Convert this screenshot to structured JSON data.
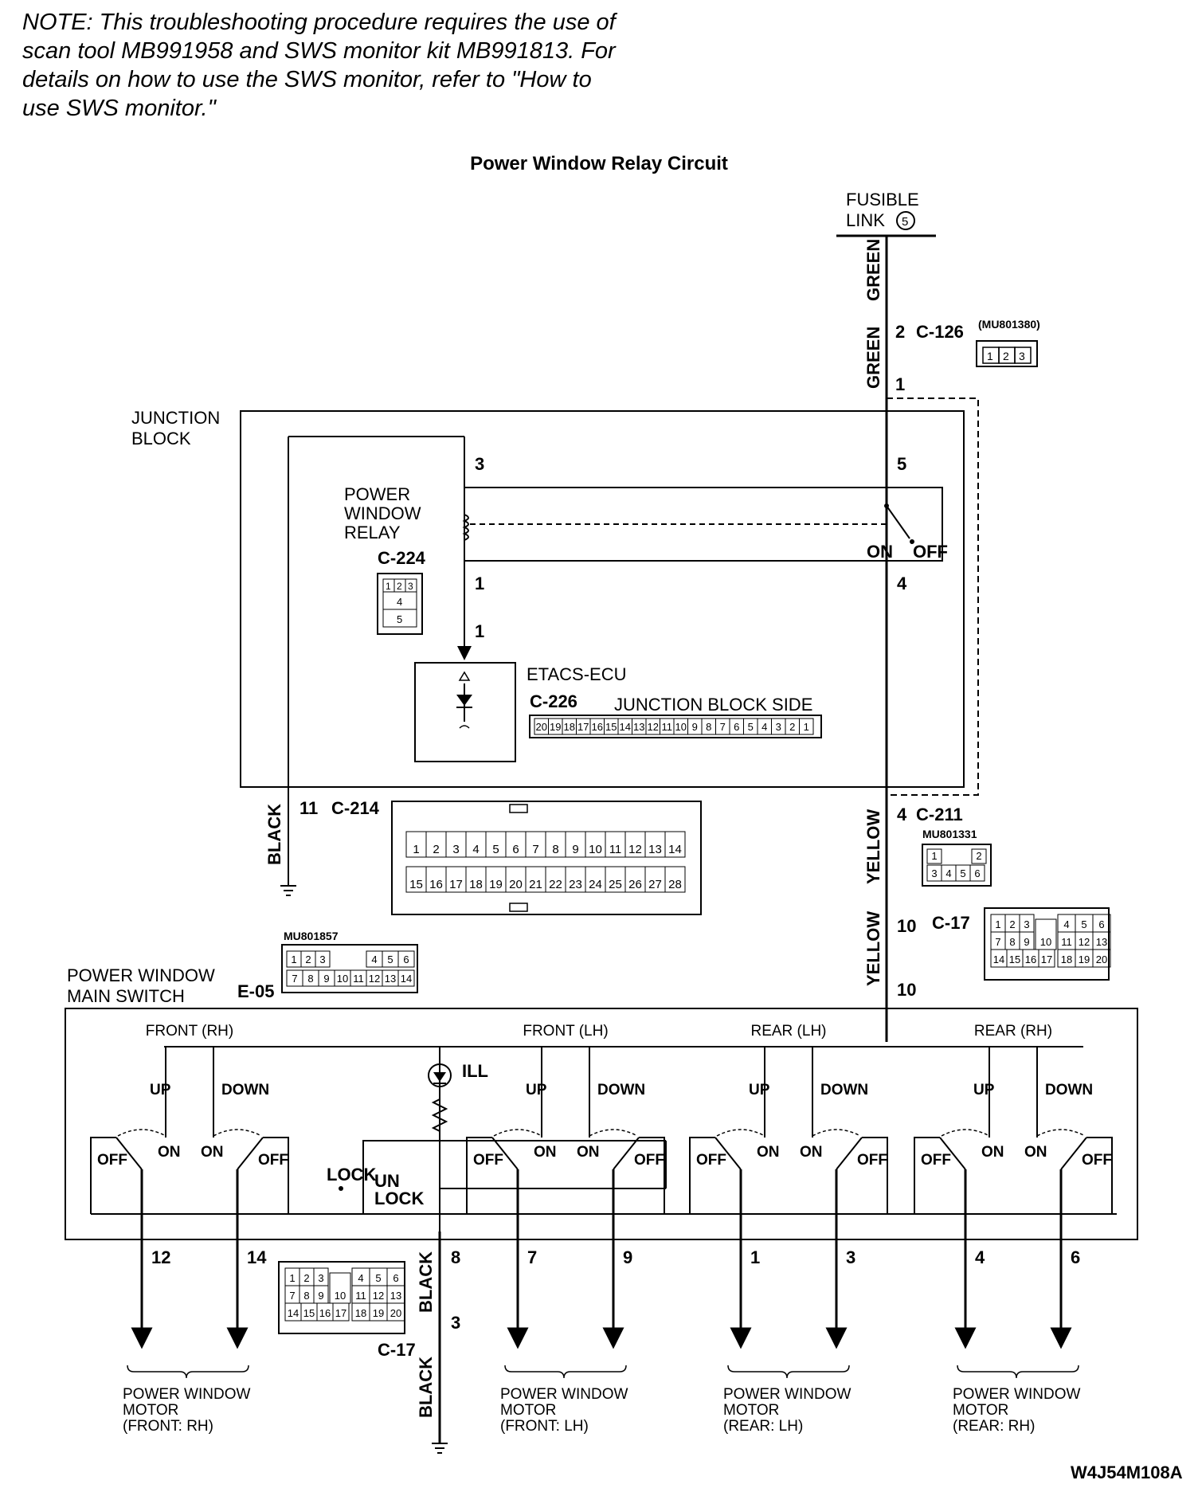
{
  "note": "NOTE: This troubleshooting procedure requires the use of scan tool MB991958 and SWS monitor kit MB991813. For details on how to use the SWS monitor, refer to \"How to use SWS monitor.\"",
  "title": "Power Window Relay Circuit",
  "fusible_link": {
    "line1": "FUSIBLE",
    "line2": "LINK",
    "number": "5"
  },
  "wire_colors": {
    "green": "GREEN",
    "yellow": "YELLOW",
    "black": "BLACK"
  },
  "junction_block": {
    "line1": "JUNCTION",
    "line2": "BLOCK"
  },
  "relay": {
    "line1": "POWER",
    "line2": "WINDOW",
    "line3": "RELAY",
    "connector": "C-224",
    "on": "ON",
    "off": "OFF"
  },
  "etacs": {
    "name": "ETACS-ECU",
    "connector": "C-226",
    "side": "JUNCTION BLOCK SIDE"
  },
  "connectors": {
    "c126": {
      "label": "C-126",
      "part": "(MU801380)",
      "pin_in": "2",
      "pin_out": "1"
    },
    "c214": {
      "label": "C-214",
      "pin": "11"
    },
    "c211": {
      "label": "C-211",
      "part": "MU801331",
      "pin": "4"
    },
    "c17": {
      "label": "C-17",
      "pin_in": "10",
      "pin_out": "10",
      "pin_gnd": "3"
    },
    "e05": {
      "label": "E-05",
      "part": "MU801857"
    },
    "c224_pins": [
      "1",
      "2",
      "3",
      "4",
      "5"
    ],
    "c226_pins": [
      "20",
      "19",
      "18",
      "17",
      "16",
      "15",
      "14",
      "13",
      "12",
      "11",
      "10",
      "9",
      "8",
      "7",
      "6",
      "5",
      "4",
      "3",
      "2",
      "1"
    ],
    "c214_top": [
      "1",
      "2",
      "3",
      "4",
      "5",
      "6",
      "7",
      "8",
      "9",
      "10",
      "11",
      "12",
      "13",
      "14"
    ],
    "c214_bottom": [
      "15",
      "16",
      "17",
      "18",
      "19",
      "20",
      "21",
      "22",
      "23",
      "24",
      "25",
      "26",
      "27",
      "28"
    ],
    "c211_pins": [
      "1",
      "2",
      "3",
      "4",
      "5",
      "6"
    ],
    "c17_top": [
      "1",
      "2",
      "3",
      "10",
      "4",
      "5",
      "6"
    ],
    "c17_mid": [
      "7",
      "8",
      "9",
      "11",
      "12",
      "13"
    ],
    "c17_bot": [
      "14",
      "15",
      "16",
      "17",
      "18",
      "19",
      "20"
    ],
    "e05_top": [
      "1",
      "2",
      "3",
      "4",
      "5",
      "6"
    ],
    "e05_bot": [
      "7",
      "8",
      "9",
      "10",
      "11",
      "12",
      "13",
      "14"
    ]
  },
  "relay_pins": {
    "p3": "3",
    "p5": "5",
    "p1a": "1",
    "p1b": "1",
    "p4": "4"
  },
  "main_switch": {
    "line1": "POWER WINDOW",
    "line2": "MAIN SWITCH",
    "ill": "ILL",
    "lock": "LOCK",
    "unlock1": "UN",
    "unlock2": "LOCK"
  },
  "switch_groups": [
    {
      "title": "FRONT (RH)",
      "up": "UP",
      "down": "DOWN",
      "pins": [
        "12",
        "14"
      ]
    },
    {
      "title": "FRONT (LH)",
      "up": "UP",
      "down": "DOWN",
      "pins": [
        "7",
        "9"
      ]
    },
    {
      "title": "REAR (LH)",
      "up": "UP",
      "down": "DOWN",
      "pins": [
        "1",
        "3"
      ]
    },
    {
      "title": "REAR (RH)",
      "up": "UP",
      "down": "DOWN",
      "pins": [
        "4",
        "6"
      ]
    }
  ],
  "switch_states": {
    "off": "OFF",
    "on": "ON"
  },
  "gnd_pin": "8",
  "motors": [
    {
      "line1": "POWER WINDOW",
      "line2": "MOTOR",
      "line3": "(FRONT: RH)"
    },
    {
      "line1": "POWER WINDOW",
      "line2": "MOTOR",
      "line3": "(FRONT: LH)"
    },
    {
      "line1": "POWER WINDOW",
      "line2": "MOTOR",
      "line3": "(REAR: LH)"
    },
    {
      "line1": "POWER WINDOW",
      "line2": "MOTOR",
      "line3": "(REAR: RH)"
    }
  ],
  "figure_code": "W4J54M108A"
}
